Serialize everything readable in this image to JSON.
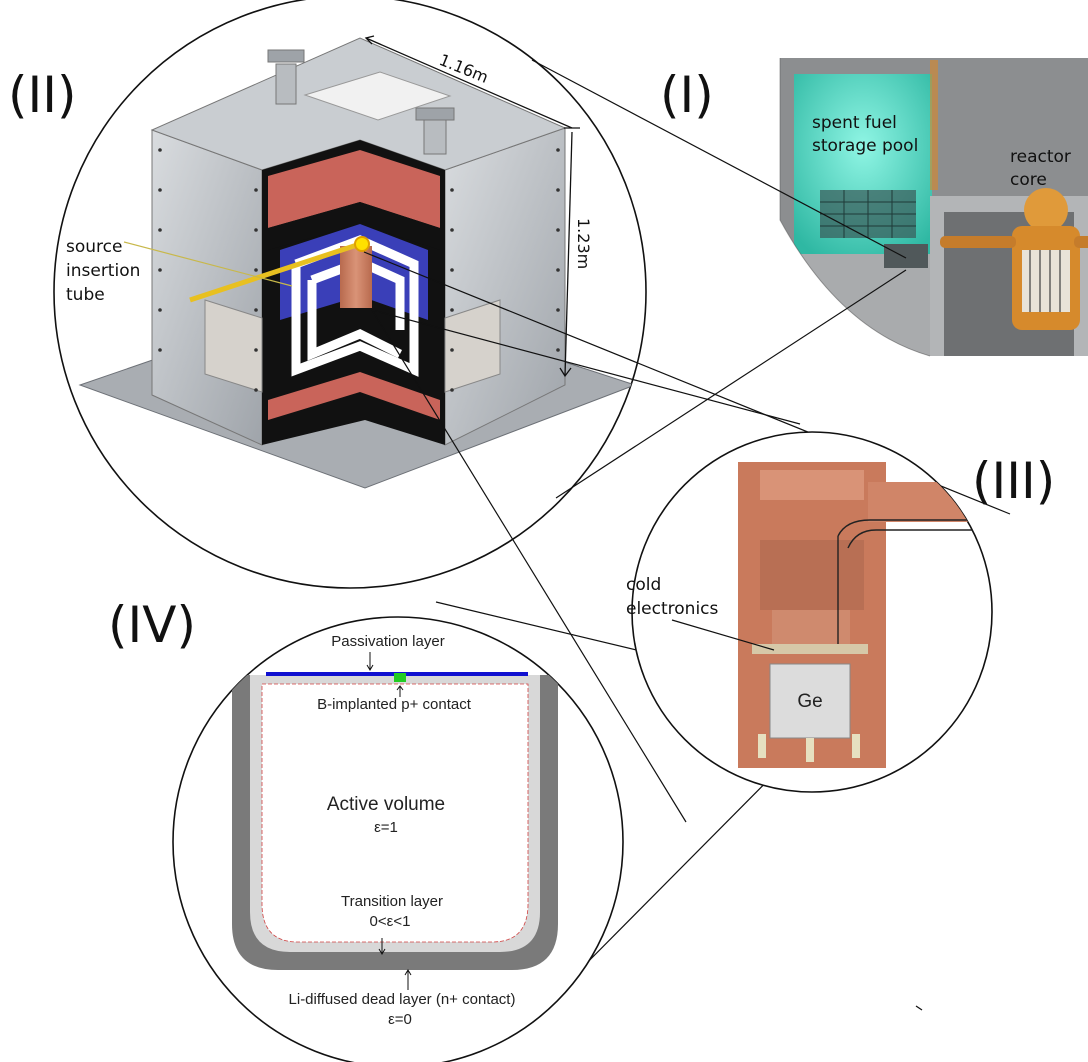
{
  "panels": {
    "p1": "(I)",
    "p2": "(II)",
    "p3": "(III)",
    "p4": "(IV)"
  },
  "reactor": {
    "pool_line1": "spent fuel",
    "pool_line2": "storage pool",
    "core_line1": "reactor",
    "core_line2": "core",
    "pool_color": "#4fd9c4",
    "core_color": "#d8872a"
  },
  "shield": {
    "source_line1": "source",
    "source_line2": "insertion",
    "source_line3": "tube",
    "width_dim": "1.16m",
    "height_dim": "1.23m",
    "colors": {
      "red": "#c9645a",
      "blue": "#3a3fb8",
      "black": "#111111",
      "white": "#ffffff",
      "steel": "#b7bcc2"
    }
  },
  "cryostat": {
    "cold_line1": "cold",
    "cold_line2": "electronics",
    "ge_label": "Ge",
    "copper_color": "#c97a5c"
  },
  "detector": {
    "passivation": "Passivation layer",
    "contact": "B-implanted p+ contact",
    "active": "Active volume",
    "active_eps": "ε=1",
    "transition": "Transition layer",
    "transition_eps": "0<ε<1",
    "dead": "Li-diffused dead layer (n+ contact)",
    "dead_eps": "ε=0",
    "colors": {
      "passivation": "#1010d0",
      "contact": "#22cc22",
      "dead": "#7a7a7a",
      "transition_line": "#d04040"
    }
  }
}
